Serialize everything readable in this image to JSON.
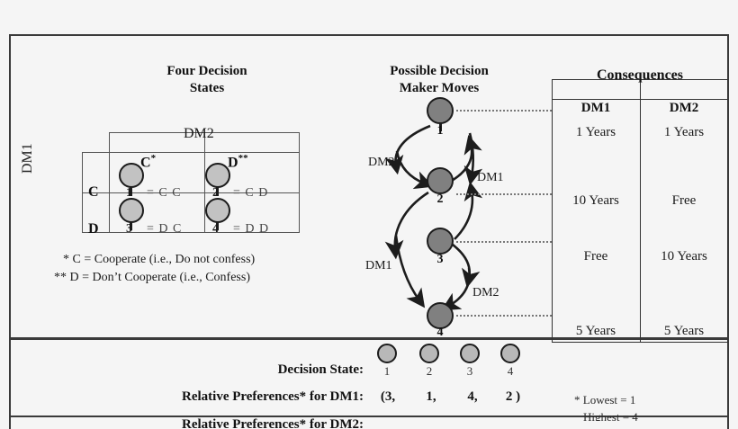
{
  "headings": {
    "four_states": "Four Decision\nStates",
    "four_states_line1": "Four Decision",
    "four_states_line2": "States",
    "moves_line1": "Possible Decision",
    "moves_line2": "Maker Moves",
    "consequences": "Consequences"
  },
  "matrix": {
    "row_axis_label": "DM1",
    "col_axis_label": "DM2",
    "col_headers": [
      "C",
      "D"
    ],
    "col_header_marks": [
      "*",
      "**"
    ],
    "row_headers": [
      "C",
      "D"
    ],
    "cells": [
      {
        "number": "1",
        "equation": "= C C"
      },
      {
        "number": "2",
        "equation": "= C D"
      },
      {
        "number": "3",
        "equation": "= D C"
      },
      {
        "number": "4",
        "equation": "= D D"
      }
    ]
  },
  "legend_notes": [
    "* C = Cooperate (i.e., Do not confess)",
    "** D = Don’t Cooperate (i.e., Confess)"
  ],
  "moves": {
    "nodes": [
      {
        "id": "1",
        "label": "1"
      },
      {
        "id": "2",
        "label": "2"
      },
      {
        "id": "3",
        "label": "3"
      },
      {
        "id": "4",
        "label": "4"
      }
    ],
    "edge_labels": [
      {
        "name": "left-upper",
        "text": "DM2"
      },
      {
        "name": "right-upper",
        "text": "DM1"
      },
      {
        "name": "left-lower",
        "text": "DM1"
      },
      {
        "name": "right-lower",
        "text": "DM2"
      }
    ]
  },
  "consequences": {
    "title": "Consequences",
    "columns": [
      "DM1",
      "DM2"
    ],
    "rows": [
      {
        "state": "1",
        "dm1": "1 Years",
        "dm2": "1 Years"
      },
      {
        "state": "2",
        "dm1": "10 Years",
        "dm2": "Free"
      },
      {
        "state": "3",
        "dm1": "Free",
        "dm2": "10 Years"
      },
      {
        "state": "4",
        "dm1": "5 Years",
        "dm2": "5 Years"
      }
    ]
  },
  "footer": {
    "decision_state_label": "Decision State:",
    "decision_states": [
      "1",
      "2",
      "3",
      "4"
    ],
    "preferences_dm1_label": "Relative Preferences* for DM1:",
    "preferences_dm1_values": [
      "(3,",
      "1,",
      "4,",
      "2 )"
    ],
    "preferences_dm2_label": "Relative Preferences* for DM2:",
    "note_line1": "* Lowest = 1",
    "note_line2": "Highest = 4"
  },
  "colors": {
    "node_fill": "#808080",
    "matrix_node_fill": "#c2c2c2",
    "stroke": "#1c1c1c",
    "frame": "#3a3a3a",
    "background": "#f5f5f5",
    "dotted": "#777777"
  }
}
